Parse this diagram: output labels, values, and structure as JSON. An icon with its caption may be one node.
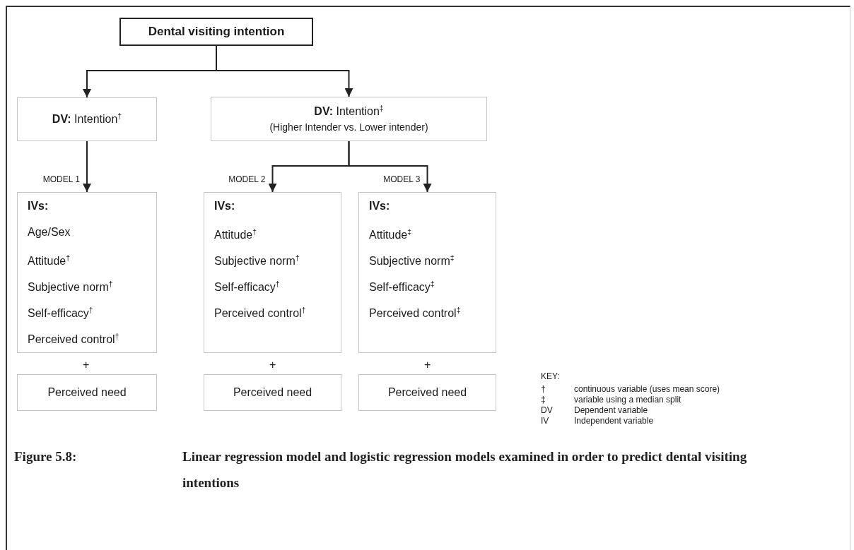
{
  "diagram": {
    "caption": "Linear regression model and logistic regression models examined in order to predict dental visiting intentions",
    "nodes": [
      {
        "text": [
          "Dental visiting intention"
        ]
      },
      {
        "text": [
          "**DV:** Intention$^{†}$"
        ]
      },
      {
        "text": [
          "**DV:** Intention$^{‡}$",
          "(Higher Intender vs. Lower intender)"
        ]
      },
      {
        "text": [
          "IVs:",
          "Age/Sex",
          "Attitude$^{†}$",
          "Subjective norm$^{†}$",
          "Self-efficacy$^{†}$",
          "Perceived control$^{†}$"
        ]
      },
      {
        "text": [
          "IVs:",
          "Attitude$^{†}$",
          "Subjective norm$^{†}$",
          "Self-efficacy$^{†}$",
          "Perceived control$^{†}$"
        ]
      },
      {
        "text": [
          "IVs:",
          "Attitude$^{‡}$",
          "Subjective norm$^{‡}$",
          "Self-efficacy$^{‡}$",
          "Perceived control$^{‡}$"
        ]
      },
      {
        "text": [
          "Perceived need"
        ]
      },
      {
        "text": [
          "Perceived need"
        ]
      },
      {
        "text": [
          "Perceived need"
        ]
      }
    ],
    "edges": [
      {
        "from": 0,
        "to": 1,
        "arrow": "to"
      },
      {
        "from": 0,
        "to": 2,
        "arrow": "to"
      },
      {
        "from": 1,
        "to": 3,
        "arrow": "to",
        "label": "MODEL 1"
      },
      {
        "from": 2,
        "to": 4,
        "arrow": "to",
        "label": "MODEL 2"
      },
      {
        "from": 2,
        "to": 5,
        "arrow": "to",
        "label": "MODEL 3"
      }
    ],
    "labels": [
      "+",
      "+",
      "+",
      "KEY:",
      "†",
      "continuous variable (uses mean score)",
      "‡",
      "variable using a median split",
      "DV",
      "Dependent variable",
      "IV",
      "Independent variable",
      "Figure 5.8:"
    ]
  }
}
